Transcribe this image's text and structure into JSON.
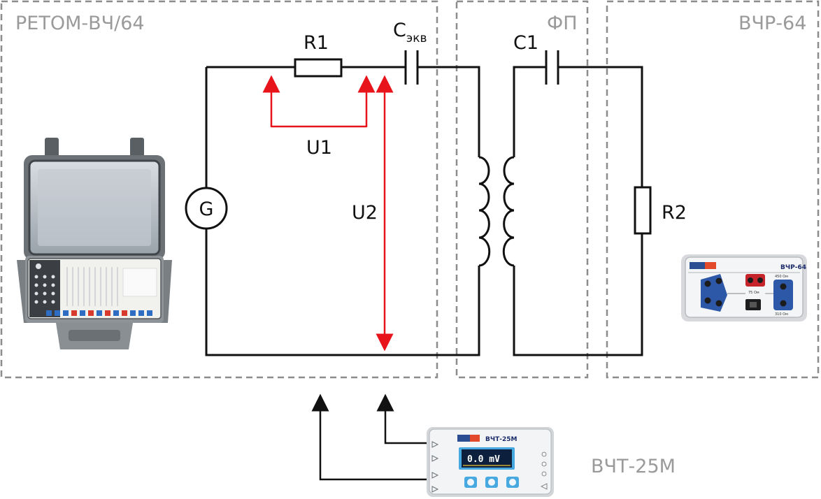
{
  "regions": {
    "retom": "РЕТОМ-ВЧ/64",
    "fp": "ФП",
    "vchr": "ВЧР-64"
  },
  "components": {
    "r1": "R1",
    "c_ekv_main": "C",
    "c_ekv_sub": "экв",
    "c1": "C1",
    "generator": "G",
    "r2": "R2",
    "u1": "U1",
    "u2": "U2"
  },
  "meter": {
    "name": "ВЧТ-25М",
    "screen_title": "ВЧТ-25М",
    "screen_reading": "0.0 mV"
  },
  "device_vchr": {
    "name": "ВЧР-64",
    "ohm_450": "450 Ом",
    "ohm_75": "75 Ом",
    "ohm_310": "310 Ом"
  },
  "colors": {
    "wire": "#111111",
    "measure_arrow": "#e8141c",
    "region_border": "#8c8c8c",
    "region_text": "#9a9a9a"
  }
}
